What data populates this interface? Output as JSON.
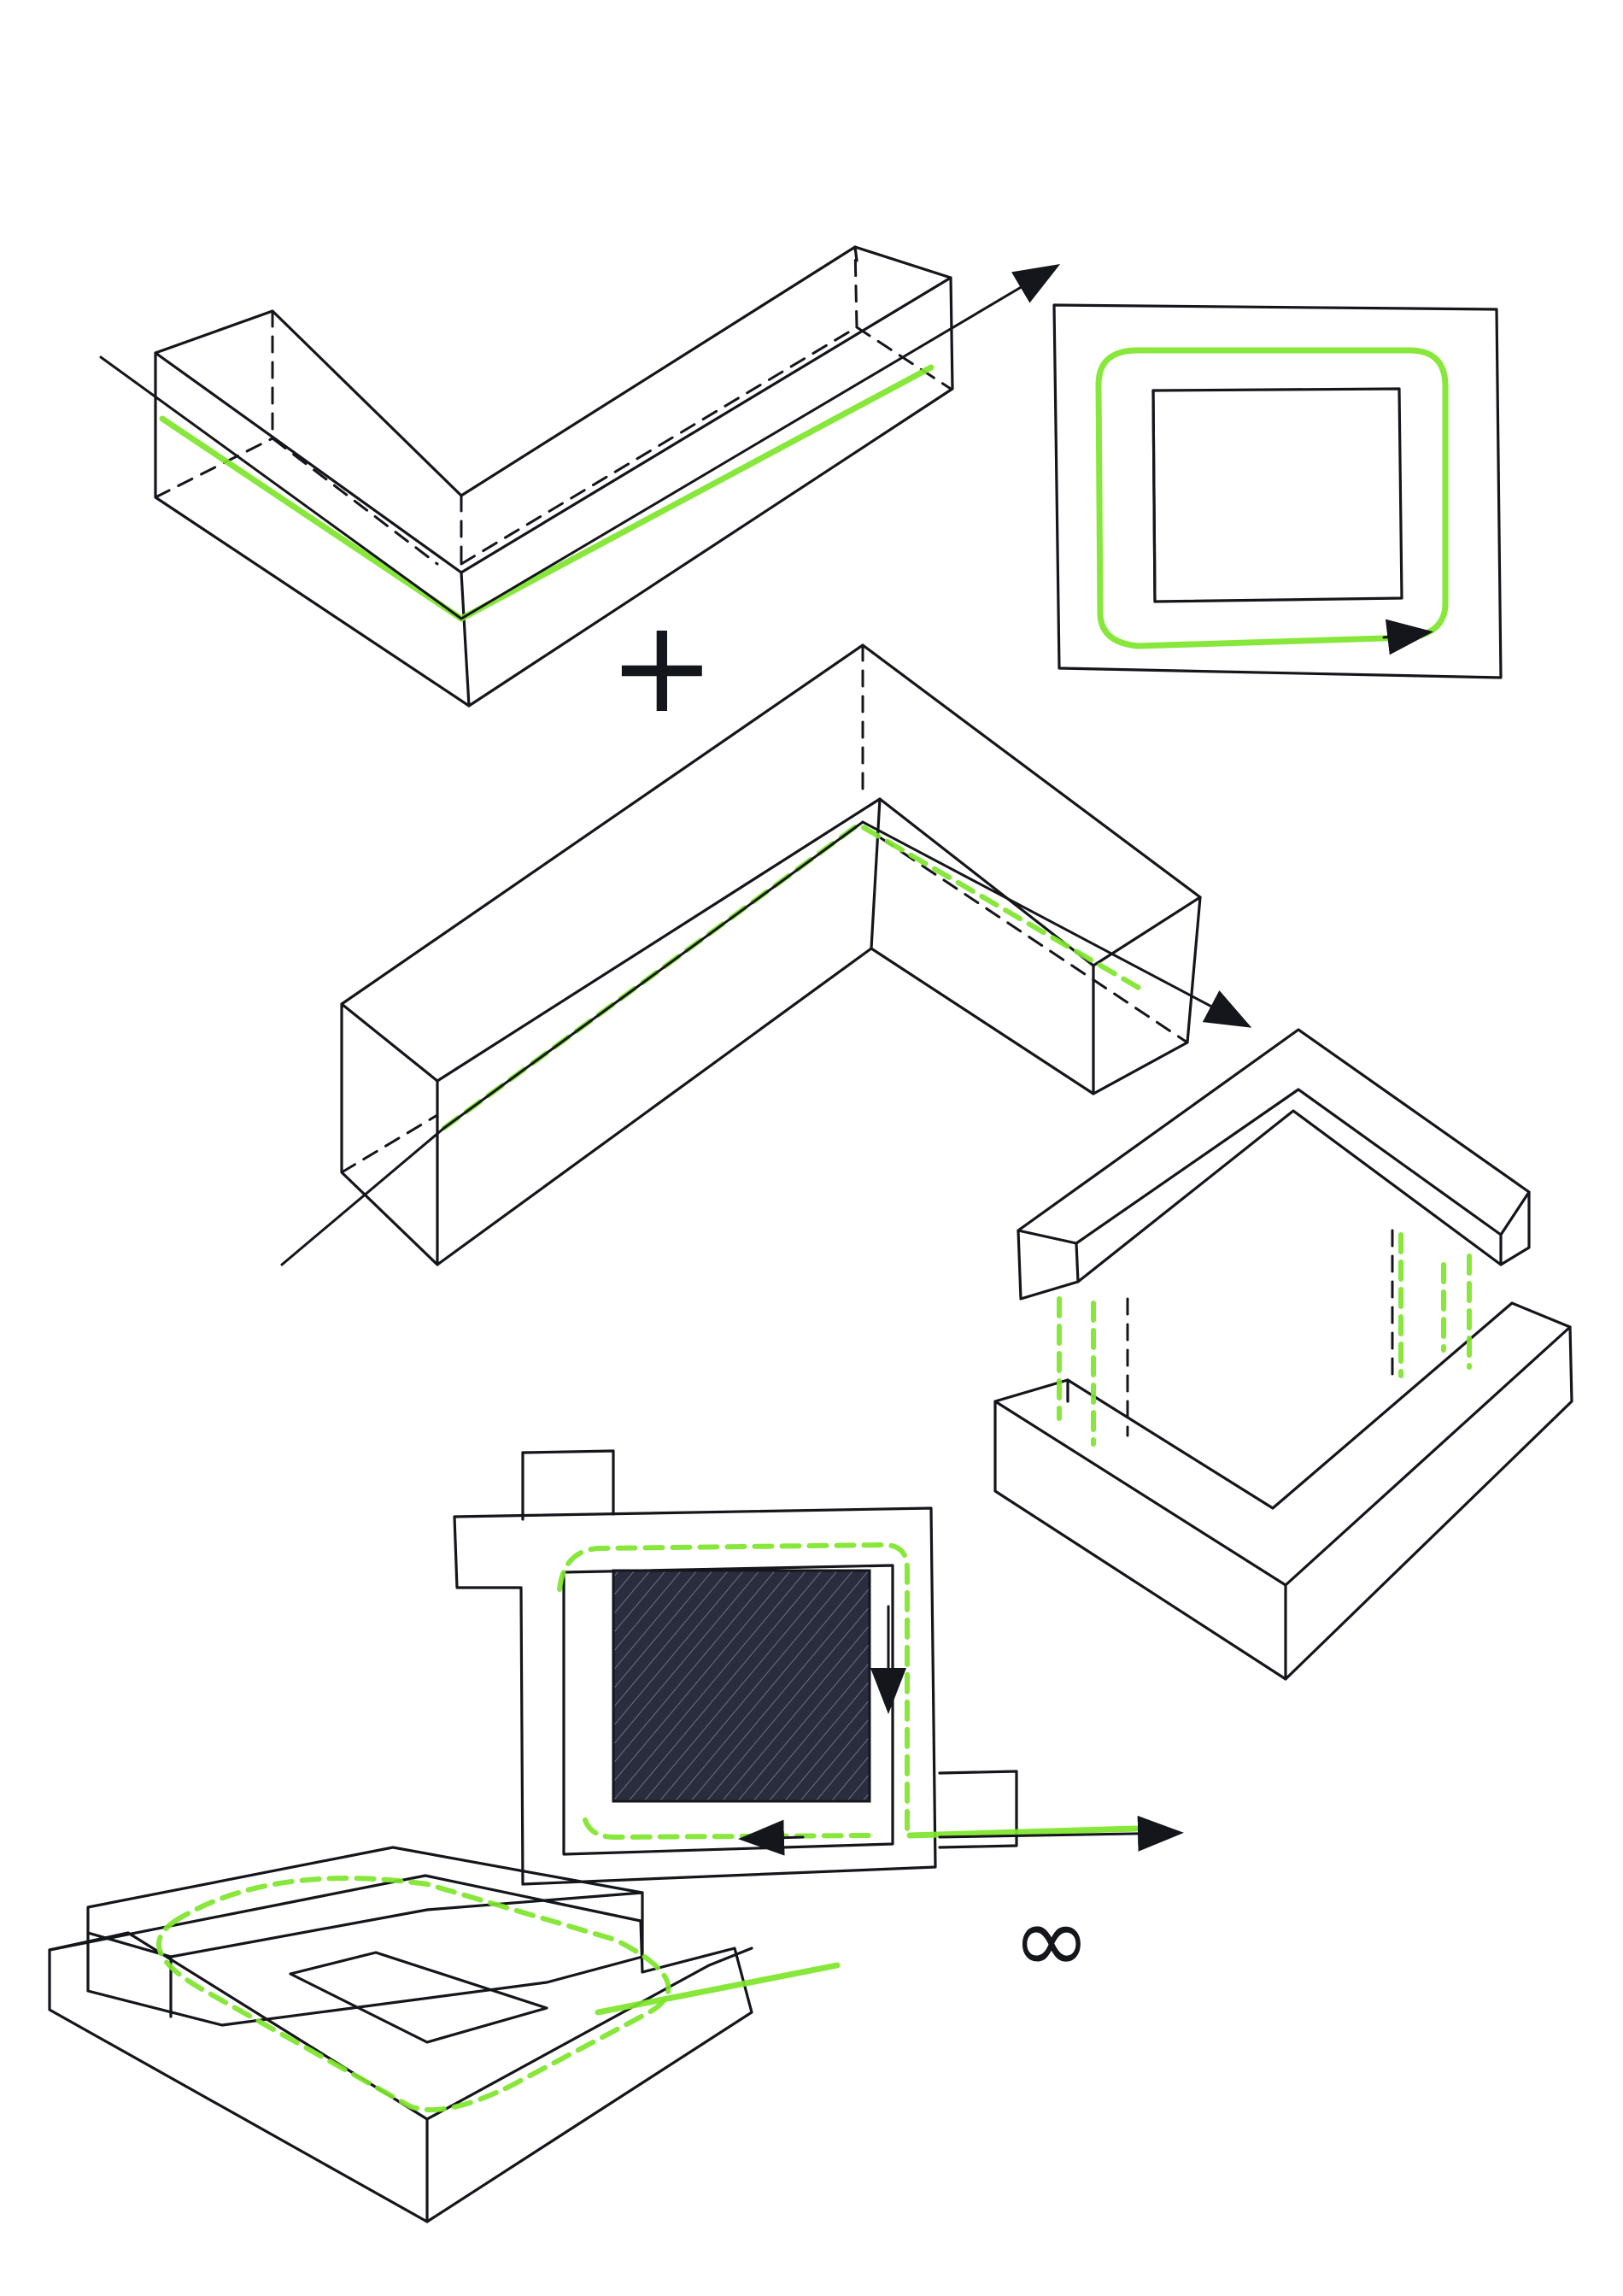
{
  "symbols": {
    "plus": "+",
    "infinity": "∞"
  },
  "colors": {
    "ink": "#15161c",
    "flow": "#7ee52a",
    "paper": "#ffffff",
    "hatch_fill": "#2a2d3e"
  },
  "figures": [
    "l-shaped-box-with-through-arrow",
    "square-frame-with-loop-flow",
    "inverted-l-box-with-through-arrow",
    "stacked-l-frames",
    "frame-with-hatched-core-and-outlet",
    "flat-ring-stack-with-loop-flow"
  ]
}
